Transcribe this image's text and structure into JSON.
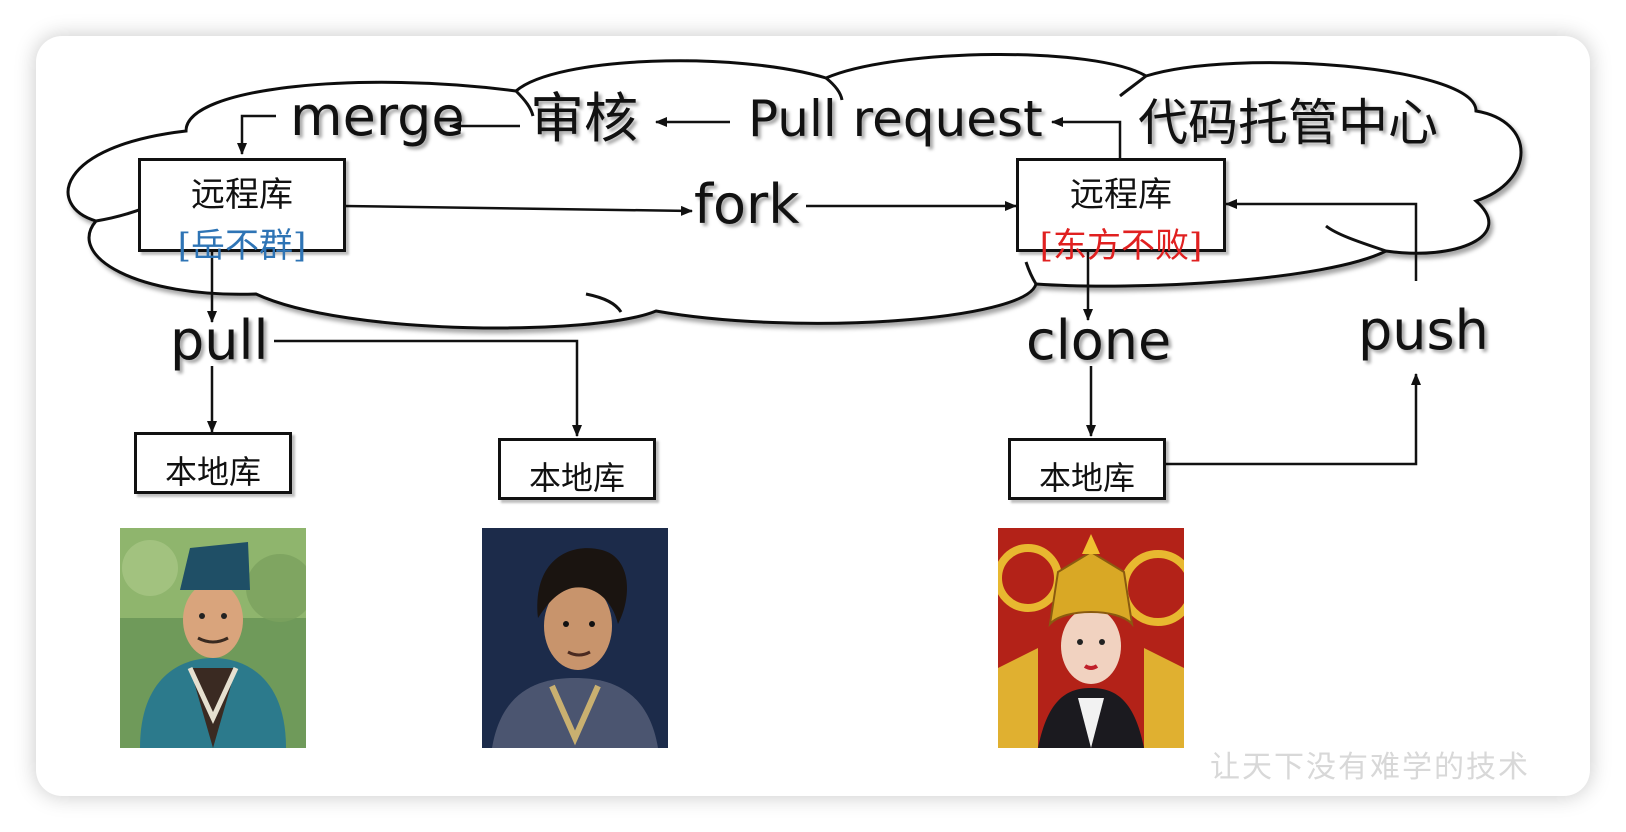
{
  "labels": {
    "merge": "merge",
    "review": "审核",
    "pull_request": "Pull request",
    "hosting_center": "代码托管中心",
    "fork": "fork",
    "pull": "pull",
    "clone": "clone",
    "push": "push"
  },
  "remote_left": {
    "title": "远程库",
    "owner": "[岳不群]",
    "owner_color": "#2e74b5"
  },
  "remote_right": {
    "title": "远程库",
    "owner": "[东方不败]",
    "owner_color": "#e02020"
  },
  "local_repo": "本地库",
  "watermark": "让天下没有难学的技术",
  "photos": [
    "photo-yue-buqun",
    "photo-linghu-chong",
    "photo-dongfang-bubai"
  ]
}
